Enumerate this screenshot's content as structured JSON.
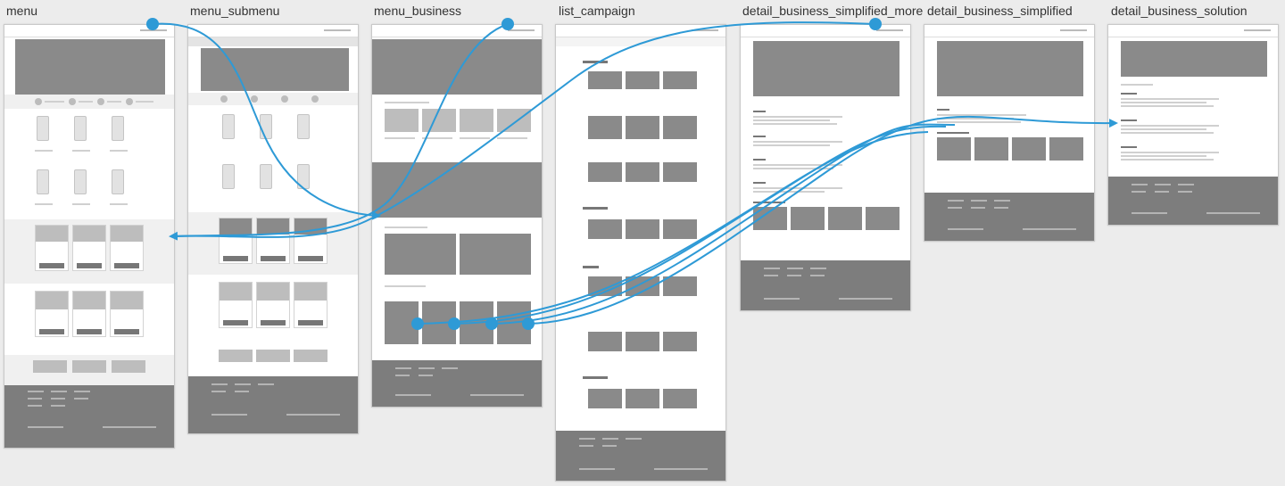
{
  "artboards": [
    {
      "id": "menu",
      "label": "menu"
    },
    {
      "id": "menu_submenu",
      "label": "menu_submenu"
    },
    {
      "id": "menu_business",
      "label": "menu_business"
    },
    {
      "id": "list_campaign",
      "label": "list_campaign"
    },
    {
      "id": "detail_business_simplified_more",
      "label": "detail_business_simplified_more"
    },
    {
      "id": "detail_business_simplified",
      "label": "detail_business_simplified"
    },
    {
      "id": "detail_business_solution",
      "label": "detail_business_solution"
    }
  ],
  "colors": {
    "flow": "#2e9ad6",
    "canvas": "#ececec",
    "placeholder": "#8a8a8a"
  },
  "flow_links": [
    {
      "from": "menu",
      "to": "menu_business"
    },
    {
      "from": "menu_business",
      "to": "menu"
    },
    {
      "from": "detail_business_simplified_more",
      "to": "menu"
    },
    {
      "from": "menu_business",
      "to": "detail_business_simplified"
    },
    {
      "from": "menu_business",
      "to": "detail_business_solution"
    }
  ]
}
